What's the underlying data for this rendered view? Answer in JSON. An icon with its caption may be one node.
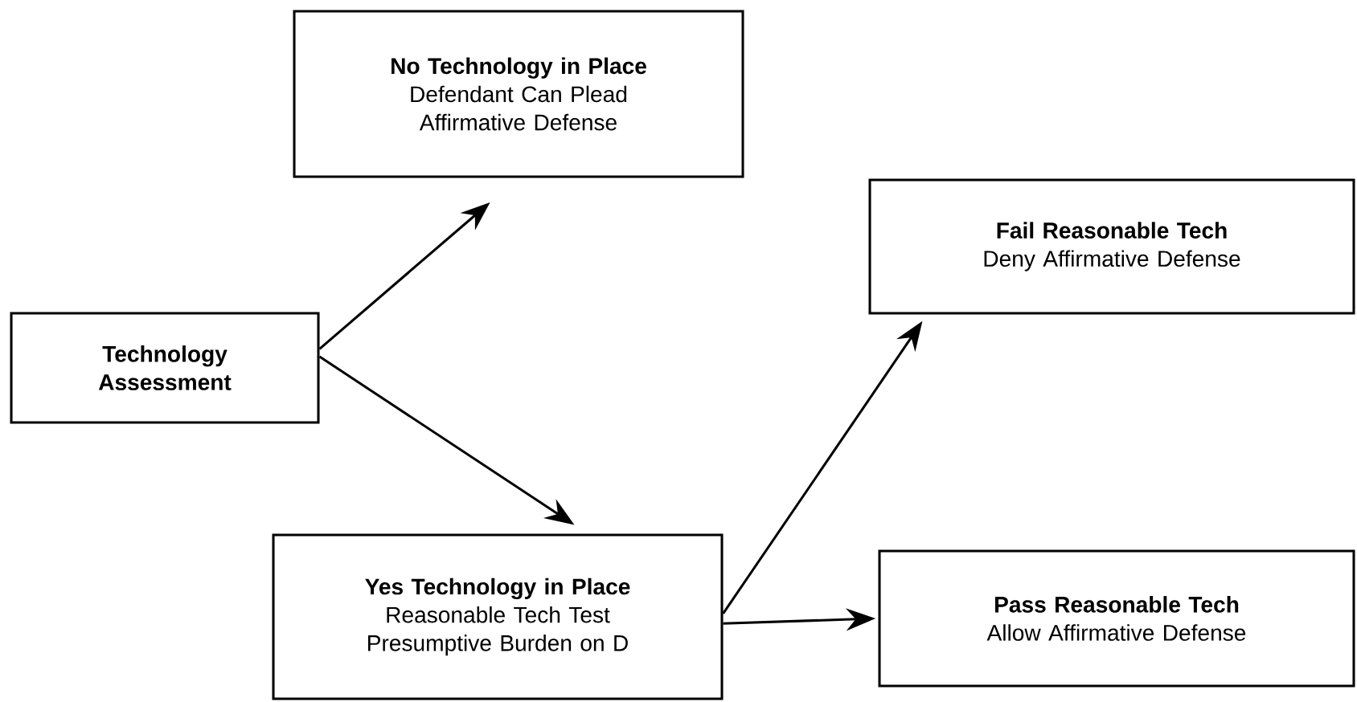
{
  "diagram": {
    "nodes": [
      {
        "text": [
          "Technology Assessment"
        ]
      },
      {
        "text": [
          "No Technology in Place",
          "Defendant Can Plead Affirmative Defense"
        ]
      },
      {
        "text": [
          "Yes Technology in Place",
          "Reasonable Tech Test Presumptive Burden on D"
        ]
      },
      {
        "text": [
          "Fail Reasonable Tech",
          "Deny Affirmative Defense"
        ]
      },
      {
        "text": [
          "Pass Reasonable Tech",
          "Allow Affirmative Defense"
        ]
      }
    ],
    "edges": [
      {
        "from": 0,
        "to": 1,
        "arrow": "to"
      },
      {
        "from": 0,
        "to": 2,
        "arrow": "to"
      },
      {
        "from": 2,
        "to": 3,
        "arrow": "to"
      },
      {
        "from": 2,
        "to": 4,
        "arrow": "to"
      }
    ]
  }
}
